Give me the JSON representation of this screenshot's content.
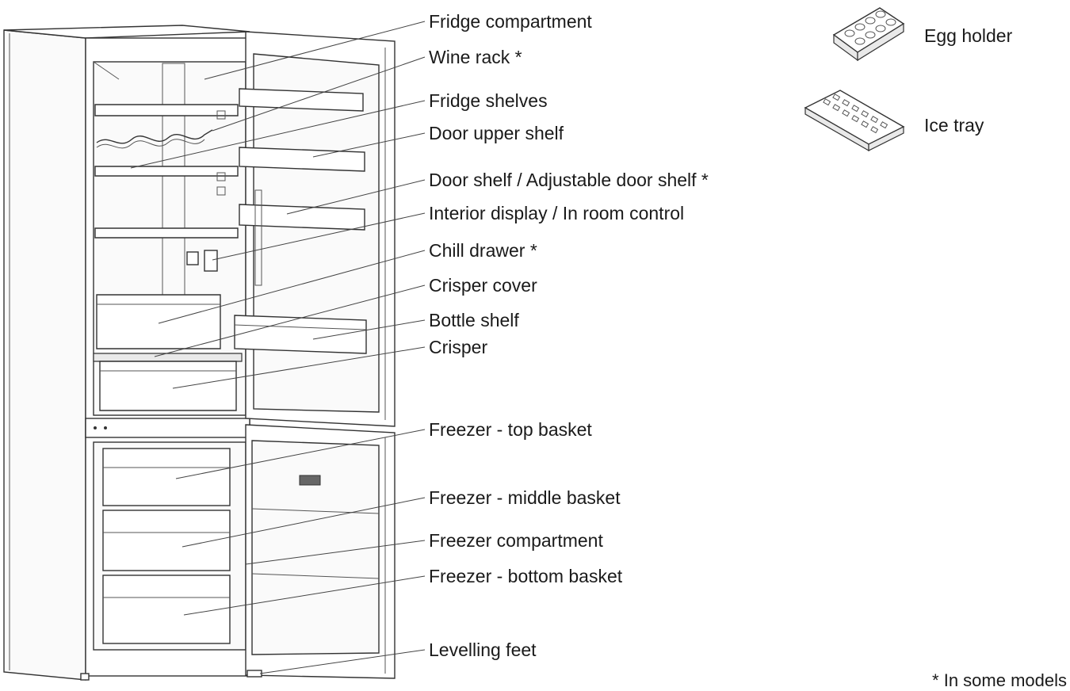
{
  "labels": [
    {
      "id": "fridge-compartment",
      "text": "Fridge compartment"
    },
    {
      "id": "wine-rack",
      "text": "Wine rack *"
    },
    {
      "id": "fridge-shelves",
      "text": "Fridge shelves"
    },
    {
      "id": "door-upper-shelf",
      "text": "Door upper shelf"
    },
    {
      "id": "door-shelf",
      "text": "Door shelf / Adjustable door shelf *"
    },
    {
      "id": "interior-display",
      "text": "Interior display / In room control"
    },
    {
      "id": "chill-drawer",
      "text": "Chill drawer *"
    },
    {
      "id": "crisper-cover",
      "text": "Crisper cover"
    },
    {
      "id": "bottle-shelf",
      "text": "Bottle shelf"
    },
    {
      "id": "crisper",
      "text": "Crisper"
    },
    {
      "id": "freezer-top-basket",
      "text": "Freezer - top basket"
    },
    {
      "id": "freezer-middle-basket",
      "text": "Freezer - middle basket"
    },
    {
      "id": "freezer-compartment",
      "text": "Freezer compartment"
    },
    {
      "id": "freezer-bottom-basket",
      "text": "Freezer - bottom basket"
    },
    {
      "id": "levelling-feet",
      "text": "Levelling feet"
    }
  ],
  "accessories": [
    {
      "id": "egg-holder",
      "text": "Egg holder"
    },
    {
      "id": "ice-tray",
      "text": "Ice tray"
    }
  ],
  "footnote": "* In some models"
}
